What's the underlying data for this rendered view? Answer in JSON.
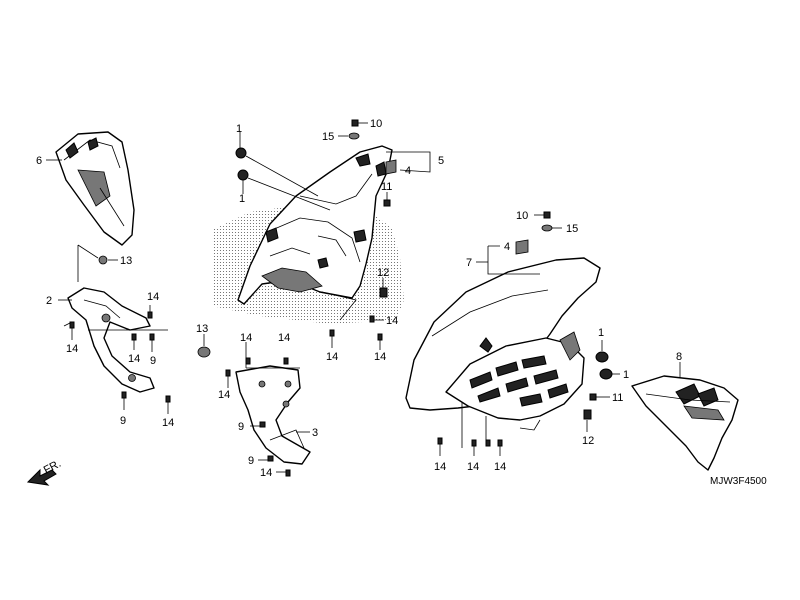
{
  "diagram": {
    "code": "MJW3F4500",
    "direction_label": "FR."
  },
  "callouts": {
    "c1": "1",
    "c2": "2",
    "c3": "3",
    "c4": "4",
    "c5": "5",
    "c6": "6",
    "c7": "7",
    "c8": "8",
    "c9": "9",
    "c10": "10",
    "c11": "11",
    "c12": "12",
    "c13": "13",
    "c14": "14",
    "c15": "15"
  },
  "colors": {
    "ink": "#000000",
    "paper": "#ffffff",
    "screen": "#999999"
  }
}
